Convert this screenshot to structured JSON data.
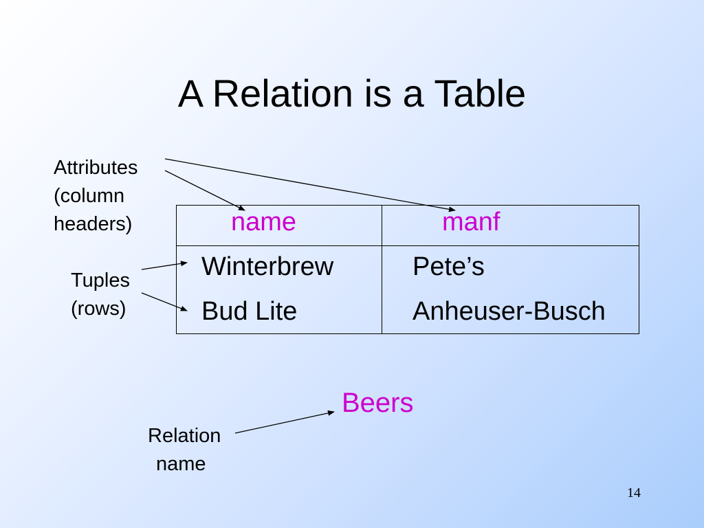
{
  "slide": {
    "title": "A Relation is a Table",
    "page_number": "14"
  },
  "annotations": {
    "attributes": [
      "Attributes",
      "(column",
      "headers)"
    ],
    "tuples": [
      "Tuples",
      "(rows)"
    ],
    "relation_name": [
      "Relation",
      "name"
    ]
  },
  "table": {
    "headers": [
      "name",
      "manf"
    ],
    "rows": [
      [
        "Winterbrew",
        "Pete’s"
      ],
      [
        "Bud Lite",
        "Anheuser-Busch"
      ]
    ]
  },
  "relation": {
    "name": "Beers"
  },
  "colors": {
    "highlight": "#cc00cc",
    "background_end": "#a9cdfc"
  }
}
